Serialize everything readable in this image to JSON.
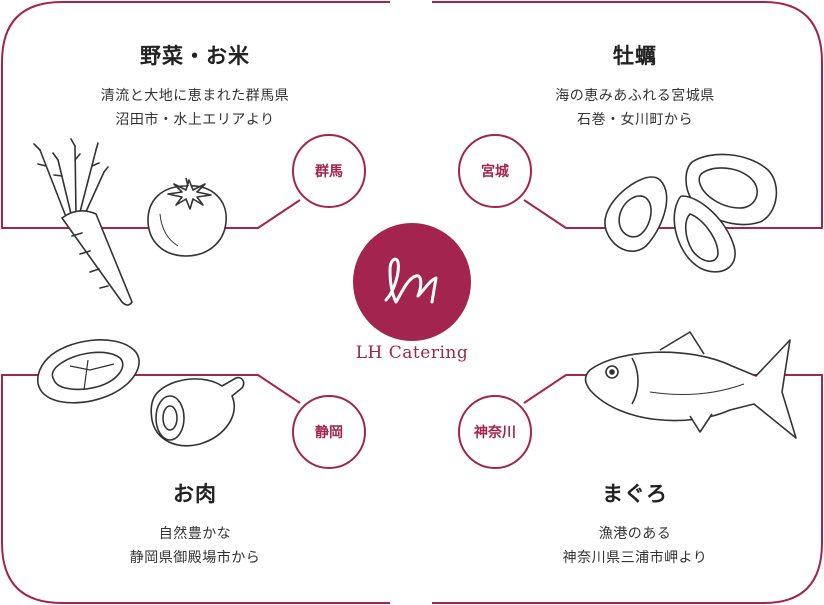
{
  "brand": {
    "name": "LH Catering",
    "accent_color": "#a3244f"
  },
  "regions": [
    {
      "title": "野菜・お米",
      "line1": "清流と大地に恵まれた群馬県",
      "line2": "沼田市・水上エリアより",
      "badge": "群馬",
      "illustration": "carrot-tomato"
    },
    {
      "title": "牡蠣",
      "line1": "海の恵みあふれる宮城県",
      "line2": "石巻・女川町から",
      "badge": "宮城",
      "illustration": "oysters"
    },
    {
      "title": "お肉",
      "line1": "自然豊かな",
      "line2": "静岡県御殿場市から",
      "badge": "静岡",
      "illustration": "meat"
    },
    {
      "title": "まぐろ",
      "line1": "漁港のある",
      "line2": "神奈川県三浦市岬より",
      "badge": "神奈川",
      "illustration": "tuna"
    }
  ]
}
